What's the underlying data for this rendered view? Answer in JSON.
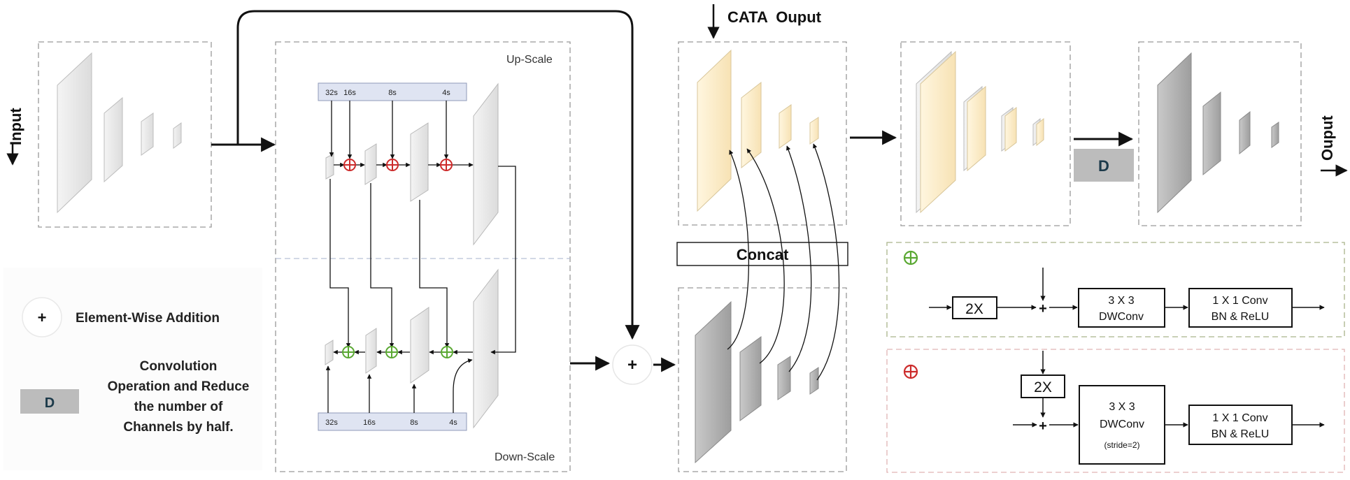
{
  "labels": {
    "input": "Input",
    "output": "Ouput",
    "cata_output": "CATA  Ouput",
    "up_scale": "Up-Scale",
    "down_scale": "Down-Scale",
    "concat": "Concat",
    "d": "D",
    "plus": "+",
    "circle_plus": "⊕"
  },
  "scales": {
    "up": [
      "32s",
      "16s",
      "8s",
      "4s"
    ],
    "down": [
      "32s",
      "16s",
      "8s",
      "4s"
    ]
  },
  "legend": {
    "addition": "Element-Wise Addition",
    "conv_lines": [
      "Convolution",
      "Operation and Reduce",
      "the number of",
      "Channels by half."
    ]
  },
  "green_block": {
    "upsample": "2X",
    "dwconv": [
      "3 X 3",
      "DWConv"
    ],
    "conv1x1": [
      "1 X 1 Conv",
      "BN & ReLU"
    ]
  },
  "red_block": {
    "upsample": "2X",
    "dwconv": [
      "3 X 3",
      "DWConv",
      "(stride=2)"
    ],
    "conv1x1": [
      "1 X 1 Conv",
      "BN & ReLU"
    ]
  },
  "colors": {
    "line": "#111111",
    "dash": "#999999",
    "gray_plane": "#b3b3b3",
    "light_plane": "#ececec",
    "cream_plane": "#fdf0d2",
    "scale_bar": "#dfe4f2",
    "green_dash": "#a9b48a",
    "red_dash": "#e0b3b3",
    "green": "#5aa832",
    "red": "#cc2b2b"
  }
}
